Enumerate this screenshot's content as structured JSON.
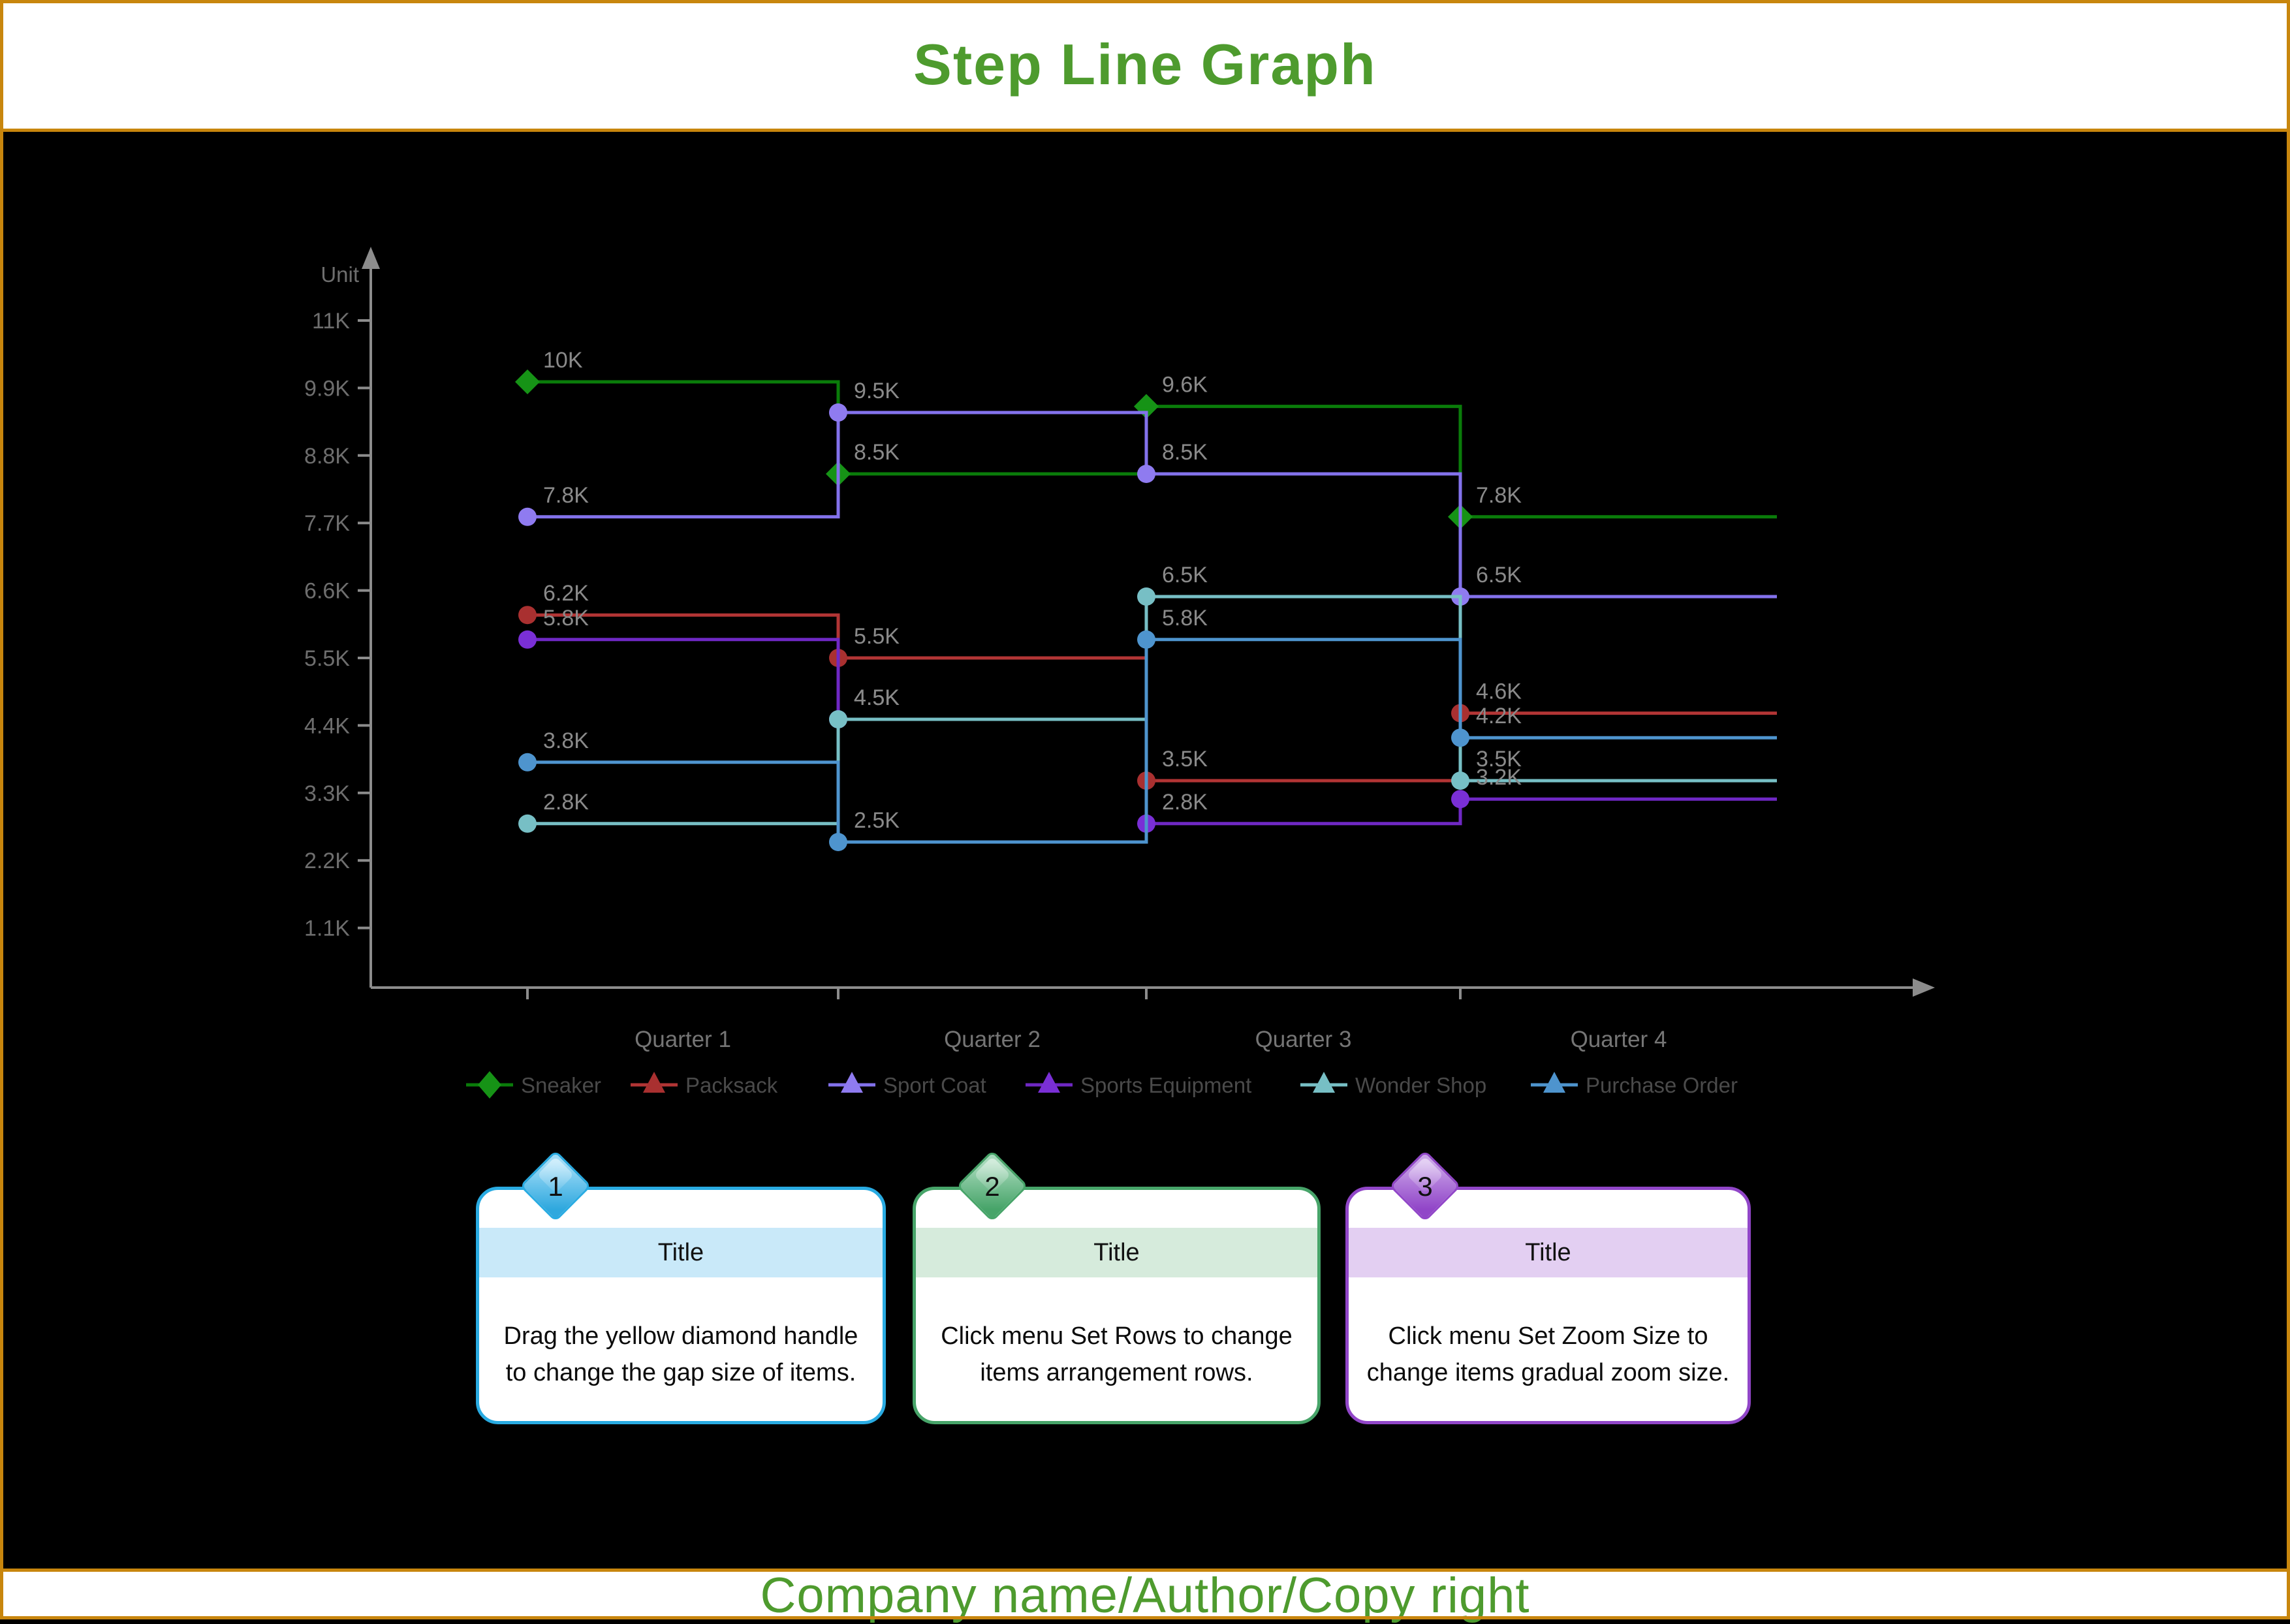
{
  "frame": {
    "title": "Step Line Graph",
    "footer": "Company name/Author/Copy right",
    "colors": {
      "gold": "#C8860D",
      "green": "#4E9B2E",
      "background": "#000000"
    }
  },
  "chart_data": {
    "type": "line",
    "line_style": "step-after",
    "title": "",
    "xlabel": "",
    "ylabel": "Unit",
    "grid": false,
    "legend_position": "bottom",
    "categories": [
      "Quarter 1",
      "Quarter 2",
      "Quarter 3",
      "Quarter 4"
    ],
    "ytick_labels": [
      "1.1K",
      "2.2K",
      "3.3K",
      "4.4K",
      "5.5K",
      "6.6K",
      "7.7K",
      "8.8K",
      "9.9K",
      "11K"
    ],
    "ytick_values": [
      1.1,
      2.2,
      3.3,
      4.4,
      5.5,
      6.6,
      7.7,
      8.8,
      9.9,
      11
    ],
    "ylim": [
      0,
      12
    ],
    "axis_color": "#8C8C8C",
    "tick_label_color": "#6E6E6E",
    "data_label_color": "#8A8A8A",
    "category_label_color": "#757575",
    "legend_text_color": "#4A4A4A",
    "series": [
      {
        "name": "Sneaker",
        "marker": "diamond",
        "color": "#169316",
        "line_color": "#0A7C0A",
        "values": [
          10,
          8.5,
          9.6,
          7.8
        ],
        "value_labels": [
          "10K",
          "8.5K",
          "9.6K",
          "7.8K"
        ]
      },
      {
        "name": "Packsack",
        "marker": "circle",
        "color": "#A93030",
        "line_color": "#B23535",
        "values": [
          6.2,
          5.5,
          3.5,
          4.6
        ],
        "value_labels": [
          "6.2K",
          "5.5K",
          "3.5K",
          "4.6K"
        ]
      },
      {
        "name": "Sport Coat",
        "marker": "circle",
        "color": "#8F7BF0",
        "line_color": "#8372EC",
        "values": [
          7.8,
          9.5,
          8.5,
          6.5
        ],
        "value_labels": [
          "7.8K",
          "9.5K",
          "8.5K",
          "6.5K"
        ]
      },
      {
        "name": "Sports Equipment",
        "marker": "circle",
        "color": "#7A2FD6",
        "line_color": "#6F28C4",
        "values": [
          5.8,
          4.5,
          2.8,
          3.2
        ],
        "value_labels": [
          "5.8K",
          "4.5K",
          "2.8K",
          "3.2K"
        ]
      },
      {
        "name": "Wonder Shop",
        "marker": "circle",
        "color": "#77BFC5",
        "line_color": "#77BFC5",
        "values": [
          2.8,
          4.5,
          6.5,
          3.5
        ],
        "value_labels": [
          "2.8K",
          "4.5K",
          "6.5K",
          "3.5K"
        ]
      },
      {
        "name": "Purchase Order",
        "marker": "circle",
        "color": "#4E94CE",
        "line_color": "#4E94CE",
        "values": [
          3.8,
          2.5,
          5.8,
          4.2
        ],
        "value_labels": [
          "3.8K",
          "2.5K",
          "5.8K",
          "4.2K"
        ]
      }
    ]
  },
  "callouts": [
    {
      "number": "1",
      "title": "Title",
      "body": "Drag the yellow diamond handle to change the gap size of items.",
      "accent": "#29ABE2",
      "band": "#C9E9F9",
      "diamond_light": "#9FDCF8",
      "diamond_dark": "#2FA8DE"
    },
    {
      "number": "2",
      "title": "Title",
      "body": "Click menu Set Rows to change items arrangement rows.",
      "accent": "#47A469",
      "band": "#D6EBDC",
      "diamond_light": "#A6D9BA",
      "diamond_dark": "#47A469"
    },
    {
      "number": "3",
      "title": "Title",
      "body": "Click menu Set Zoom Size to change items gradual zoom size.",
      "accent": "#9146C8",
      "band": "#E3CFF2",
      "diamond_light": "#C9A2E8",
      "diamond_dark": "#9146C8"
    }
  ]
}
